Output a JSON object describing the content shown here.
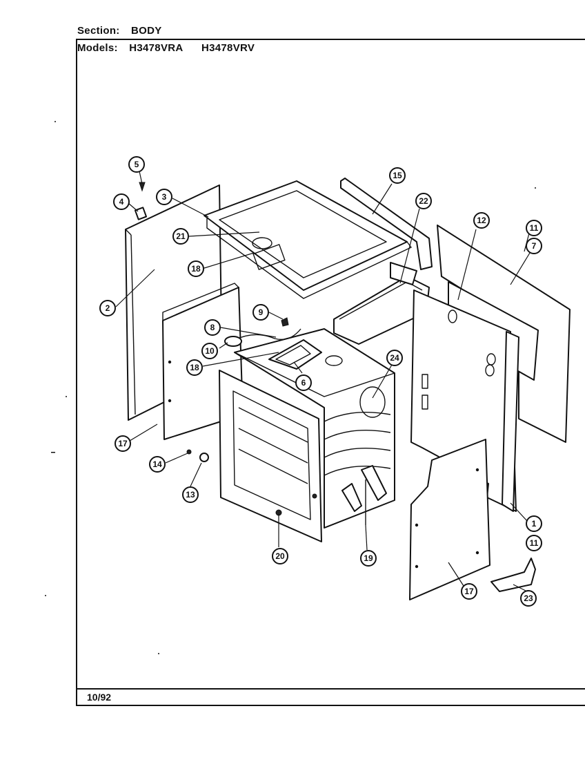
{
  "header": {
    "section_label": "Section:",
    "section_value": "BODY",
    "models_label": "Models:",
    "model_1": "H3478VRA",
    "model_2": "H3478VRV"
  },
  "footer": {
    "date": "10/92"
  },
  "callouts": [
    {
      "id": "c-5",
      "label": "5"
    },
    {
      "id": "c-4",
      "label": "4"
    },
    {
      "id": "c-3",
      "label": "3"
    },
    {
      "id": "c-21",
      "label": "21"
    },
    {
      "id": "c-18a",
      "label": "18"
    },
    {
      "id": "c-2",
      "label": "2"
    },
    {
      "id": "c-15",
      "label": "15"
    },
    {
      "id": "c-22",
      "label": "22"
    },
    {
      "id": "c-12",
      "label": "12"
    },
    {
      "id": "c-11a",
      "label": "11"
    },
    {
      "id": "c-7",
      "label": "7"
    },
    {
      "id": "c-9",
      "label": "9"
    },
    {
      "id": "c-8",
      "label": "8"
    },
    {
      "id": "c-10",
      "label": "10"
    },
    {
      "id": "c-18b",
      "label": "18"
    },
    {
      "id": "c-6",
      "label": "6"
    },
    {
      "id": "c-24",
      "label": "24"
    },
    {
      "id": "c-17a",
      "label": "17"
    },
    {
      "id": "c-14",
      "label": "14"
    },
    {
      "id": "c-13",
      "label": "13"
    },
    {
      "id": "c-20",
      "label": "20"
    },
    {
      "id": "c-19",
      "label": "19"
    },
    {
      "id": "c-17b",
      "label": "17"
    },
    {
      "id": "c-1",
      "label": "1"
    },
    {
      "id": "c-11b",
      "label": "11"
    },
    {
      "id": "c-23",
      "label": "23"
    }
  ]
}
